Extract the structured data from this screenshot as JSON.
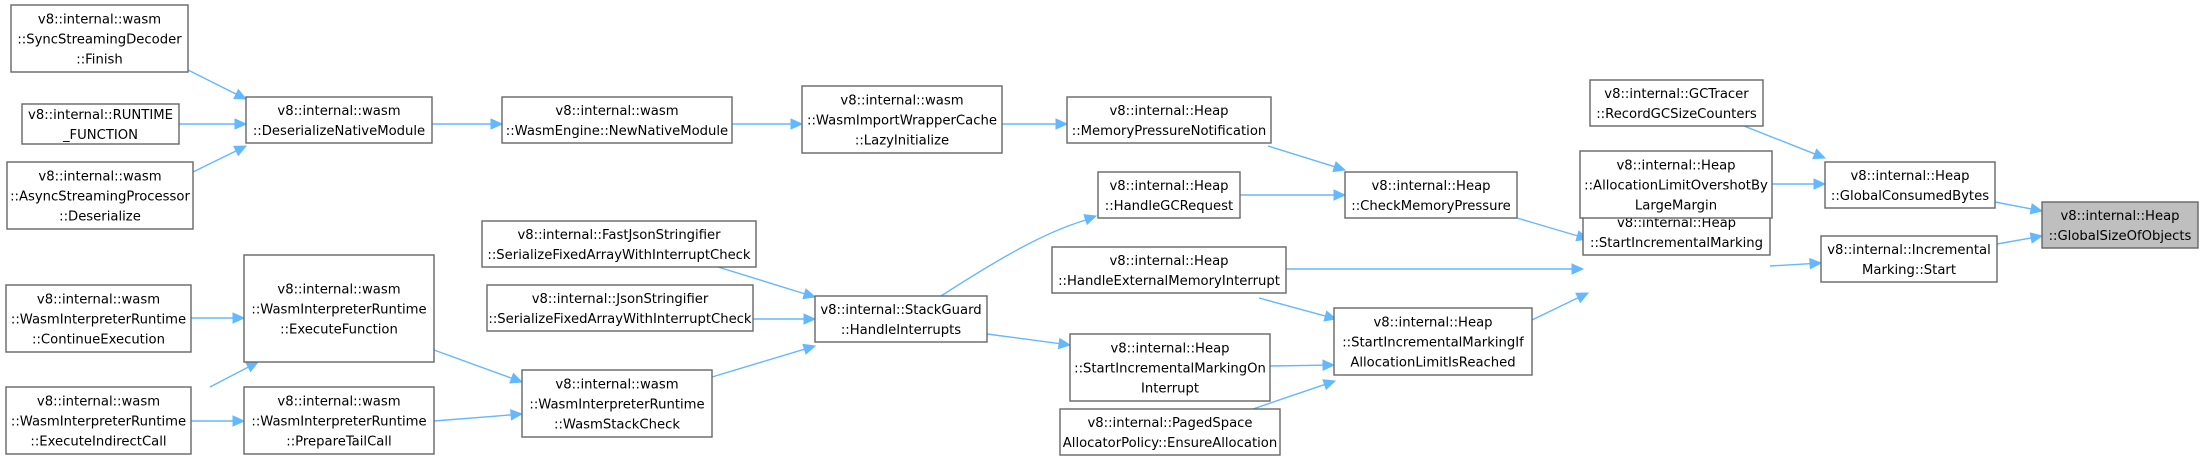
{
  "graph": {
    "edge_color": "#63b8ff",
    "node_border_color": "#666666",
    "highlight_fill": "#bfbfbf",
    "nodes": {
      "sync_finish": [
        "v8::internal::wasm",
        "::SyncStreamingDecoder",
        "::Finish"
      ],
      "runtime_function": [
        "v8::internal::RUNTIME",
        "_FUNCTION"
      ],
      "async_deserialize": [
        "v8::internal::wasm",
        "::AsyncStreamingProcessor",
        "::Deserialize"
      ],
      "deserialize_native": [
        "v8::internal::wasm",
        "::DeserializeNativeModule"
      ],
      "new_native_module": [
        "v8::internal::wasm",
        "::WasmEngine::NewNativeModule"
      ],
      "lazy_initialize": [
        "v8::internal::wasm",
        "::WasmImportWrapperCache",
        "::LazyInitialize"
      ],
      "memory_pressure_notification": [
        "v8::internal::Heap",
        "::MemoryPressureNotification"
      ],
      "handle_gc_request": [
        "v8::internal::Heap",
        "::HandleGCRequest"
      ],
      "check_memory_pressure": [
        "v8::internal::Heap",
        "::CheckMemoryPressure"
      ],
      "fast_json": [
        "v8::internal::FastJsonStringifier",
        "::SerializeFixedArrayWithInterruptCheck"
      ],
      "json": [
        "v8::internal::JsonStringifier",
        "::SerializeFixedArrayWithInterruptCheck"
      ],
      "handle_interrupts": [
        "v8::internal::StackGuard",
        "::HandleInterrupts"
      ],
      "continue_execution": [
        "v8::internal::wasm",
        "::WasmInterpreterRuntime",
        "::ContinueExecution"
      ],
      "execute_function": [
        "v8::internal::wasm",
        "::WasmInterpreterRuntime",
        "::ExecuteFunction"
      ],
      "execute_indirect_call": [
        "v8::internal::wasm",
        "::WasmInterpreterRuntime",
        "::ExecuteIndirectCall"
      ],
      "prepare_tail_call": [
        "v8::internal::wasm",
        "::WasmInterpreterRuntime",
        "::PrepareTailCall"
      ],
      "wasm_stack_check": [
        "v8::internal::wasm",
        "::WasmInterpreterRuntime",
        "::WasmStackCheck"
      ],
      "handle_external_memory_interrupt": [
        "v8::internal::Heap",
        "::HandleExternalMemoryInterrupt"
      ],
      "start_incremental_marking_on_interrupt": [
        "v8::internal::Heap",
        "::StartIncrementalMarkingOn",
        "Interrupt"
      ],
      "start_incremental_marking_if_limit": [
        "v8::internal::Heap",
        "::StartIncrementalMarkingIf",
        "AllocationLimitIsReached"
      ],
      "ensure_allocation": [
        "v8::internal::PagedSpace",
        "AllocatorPolicy::EnsureAllocation"
      ],
      "start_incremental_marking": [
        "v8::internal::Heap",
        "::StartIncrementalMarking"
      ],
      "gc_tracer": [
        "v8::internal::GCTracer",
        "::RecordGCSizeCounters"
      ],
      "allocation_limit_overshot": [
        "v8::internal::Heap",
        "::AllocationLimitOvershotBy",
        "LargeMargin"
      ],
      "global_consumed_bytes": [
        "v8::internal::Heap",
        "::GlobalConsumedBytes"
      ],
      "incremental_marking_start": [
        "v8::internal::Incremental",
        "Marking::Start"
      ],
      "global_size_of_objects": [
        "v8::internal::Heap",
        "::GlobalSizeOfObjects"
      ]
    }
  }
}
